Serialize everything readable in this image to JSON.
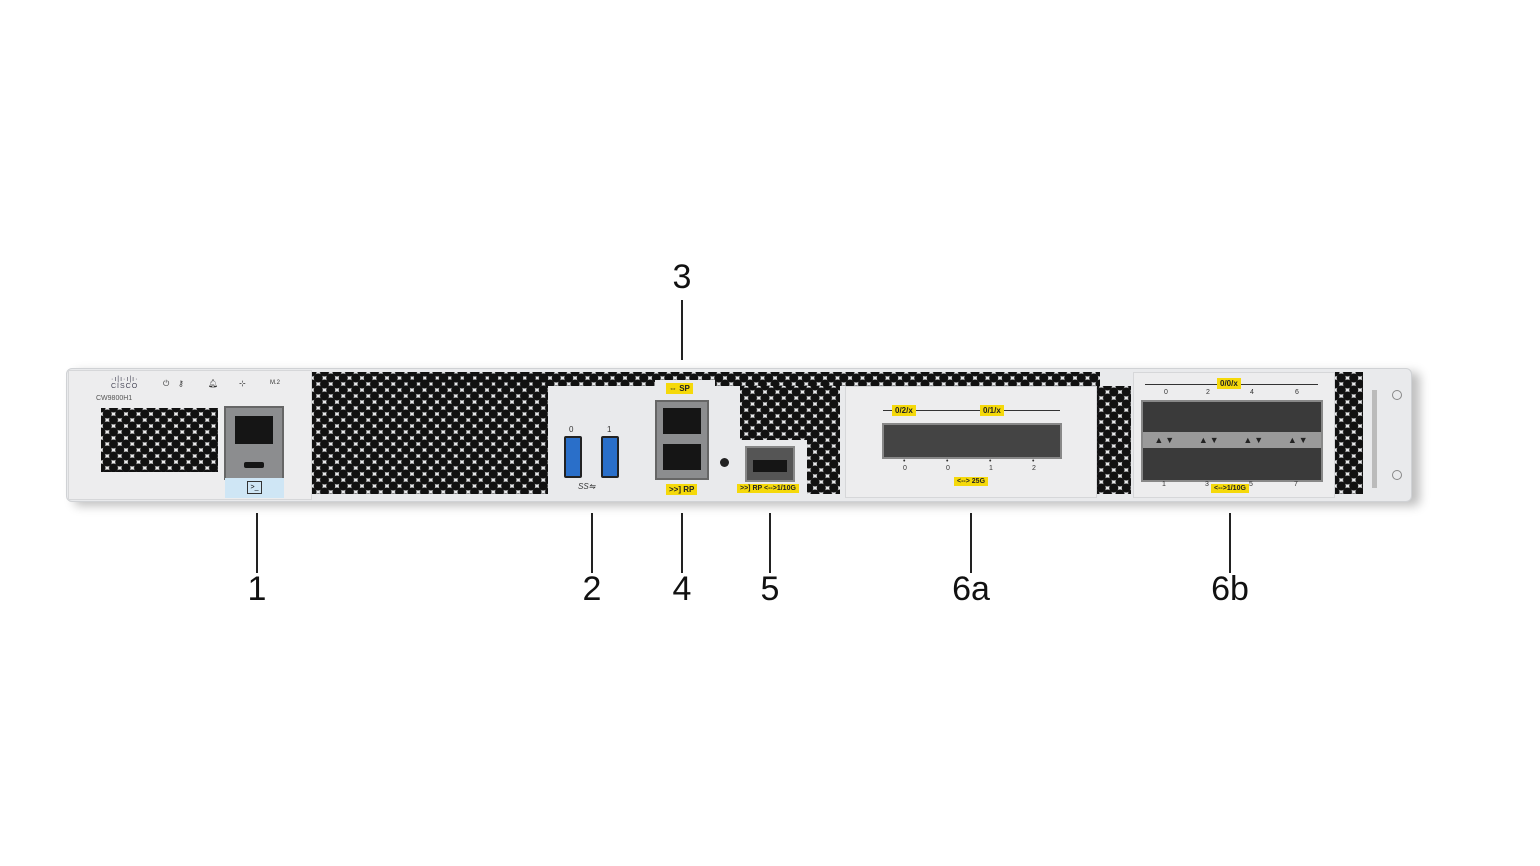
{
  "callouts": [
    "1",
    "2",
    "3",
    "4",
    "5",
    "6a",
    "6b"
  ],
  "device": {
    "brand": "CISCO",
    "model": "CW9800H1",
    "status_icons": [
      "power-icon",
      "key-icon",
      "alarm-bell-icon",
      "network-icon",
      "m2-icon"
    ],
    "m2_label": "M.2",
    "console_icon": "terminal-prompt-icon",
    "console_symbol": ">_",
    "usb": {
      "ports": [
        "0",
        "1"
      ],
      "label": "SS⇋"
    },
    "mgmt_ports": {
      "top_label": "⇔ SP",
      "bottom_label": ">>] RP"
    },
    "sfp_rp_label": ">>] RP <-->1/10G",
    "slot_25g": {
      "group_a": "0/2/x",
      "group_b": "0/1/x",
      "port_numbers": [
        "0",
        "0",
        "1",
        "2"
      ],
      "speed_label": "<--> 25G"
    },
    "slot_10g": {
      "group": "0/0/x",
      "top_numbers": [
        "0",
        "2",
        "4",
        "6"
      ],
      "bottom_numbers": [
        "1",
        "3",
        "5",
        "7"
      ],
      "speed_label": "<-->1/10G"
    }
  },
  "colors": {
    "label_yellow": "#f5d90a",
    "usb_blue": "#2a6fc9",
    "chassis": "#e9eaec",
    "console_highlight": "#cfe6f5"
  }
}
